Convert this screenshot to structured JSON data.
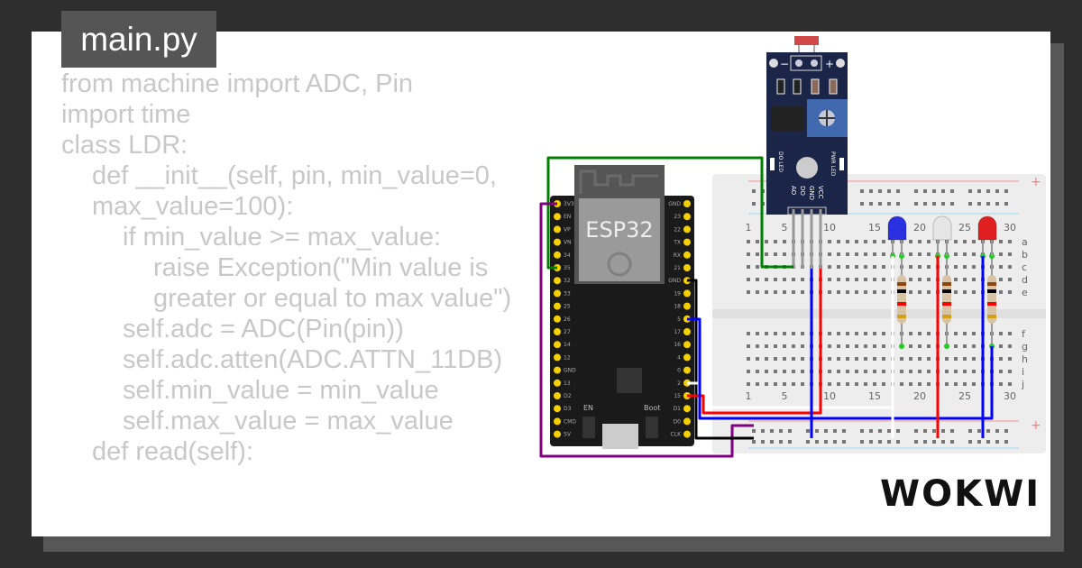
{
  "editor": {
    "file_tab": "main.py",
    "code_lines": [
      {
        "indent": 0,
        "text": "from machine import ADC, Pin"
      },
      {
        "indent": 0,
        "text": "import time"
      },
      {
        "indent": 0,
        "text": "class LDR:"
      },
      {
        "indent": 1,
        "text": "def __init__(self, pin, min_value=0, max_value=100):"
      },
      {
        "indent": 2,
        "text": "if min_value >= max_value:"
      },
      {
        "indent": 3,
        "text": "raise Exception(\"Min value is greater or equal to max value\")"
      },
      {
        "indent": 2,
        "text": "self.adc = ADC(Pin(pin))"
      },
      {
        "indent": 2,
        "text": "self.adc.atten(ADC.ATTN_11DB)"
      },
      {
        "indent": 2,
        "text": "self.min_value = min_value"
      },
      {
        "indent": 2,
        "text": "self.max_value = max_value"
      },
      {
        "indent": 1,
        "text": "def read(self):"
      }
    ]
  },
  "circuit": {
    "board_label": "ESP32",
    "esp_left_pins": [
      "3V3",
      "EN",
      "VP",
      "VN",
      "34",
      "35",
      "32",
      "33",
      "25",
      "26",
      "27",
      "14",
      "12",
      "GND",
      "13",
      "D2",
      "D3",
      "CMD",
      "5V"
    ],
    "esp_right_pins": [
      "GND",
      "23",
      "22",
      "TX",
      "RX",
      "21",
      "GND",
      "19",
      "18",
      "5",
      "17",
      "16",
      "4",
      "0",
      "2",
      "15",
      "D1",
      "D0",
      "CLK"
    ],
    "en_label": "EN",
    "boot_label": "Boot",
    "sensor_pins": [
      "AO",
      "DO",
      "GND",
      "VCC"
    ],
    "sensor_minus": "−",
    "sensor_plus": "+",
    "sensor_led_labels": [
      "DO LED",
      "PWR LED"
    ],
    "breadboard_rows_top": [
      "a",
      "b",
      "c",
      "d",
      "e"
    ],
    "breadboard_rows_bottom": [
      "f",
      "g",
      "h",
      "i",
      "j"
    ],
    "breadboard_col_numbers": [
      "1",
      "5",
      "10",
      "15",
      "20",
      "25",
      "30"
    ],
    "led_colors": {
      "blue": "#2a2fe0",
      "white": "#e6e6e6",
      "red": "#e02020"
    },
    "wire_colors": {
      "green": "#008000",
      "purple": "#800080",
      "black": "#000000",
      "blue": "#0000ff",
      "red": "#ff0000",
      "white": "#ffffff"
    }
  },
  "brand": {
    "logo": "WOKWI"
  }
}
